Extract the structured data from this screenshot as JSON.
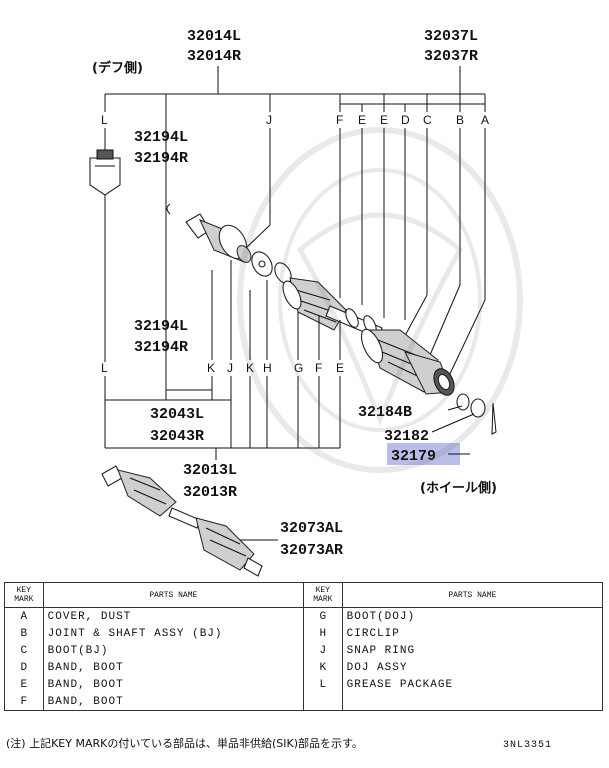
{
  "labels": {
    "p32014": [
      "32014L",
      "32014R"
    ],
    "p32037": [
      "32037L",
      "32037R"
    ],
    "p32194a": [
      "32194L",
      "32194R"
    ],
    "p32194b": [
      "32194L",
      "32194R"
    ],
    "p32043": [
      "32043L",
      "32043R"
    ],
    "p32013": [
      "32013L",
      "32013R"
    ],
    "p32073": [
      "32073AL",
      "32073AR"
    ],
    "p32184B": "32184B",
    "p32182": "32182",
    "p32179": "32179",
    "diff_side": "(デフ側)",
    "wheel_side": "(ホイール側)"
  },
  "top_letters": [
    "L",
    "J",
    "F",
    "E",
    "E",
    "D",
    "C",
    "B",
    "A"
  ],
  "mid_letters": [
    "L",
    "K",
    "J",
    "K",
    "H",
    "G",
    "F",
    "E"
  ],
  "highlight_color": "#b9bde8",
  "legend": {
    "header": {
      "key_mark": "KEY MARK",
      "parts_name": "PARTS NAME"
    },
    "rows": [
      {
        "k1": "A",
        "n1": "COVER, DUST",
        "k2": "G",
        "n2": "BOOT(DOJ)"
      },
      {
        "k1": "B",
        "n1": "JOINT & SHAFT ASSY (BJ)",
        "k2": "H",
        "n2": "CIRCLIP"
      },
      {
        "k1": "C",
        "n1": "BOOT(BJ)",
        "k2": "J",
        "n2": "SNAP RING"
      },
      {
        "k1": "D",
        "n1": "BAND, BOOT",
        "k2": "K",
        "n2": "DOJ ASSY"
      },
      {
        "k1": "E",
        "n1": "BAND, BOOT",
        "k2": "L",
        "n2": "GREASE PACKAGE"
      },
      {
        "k1": "F",
        "n1": "BAND, BOOT",
        "k2": "",
        "n2": ""
      }
    ]
  },
  "note": "(注) 上記KEY MARKの付いている部品は、単品非供給(SIK)部品を示す。",
  "doc_id": "3NL3351"
}
